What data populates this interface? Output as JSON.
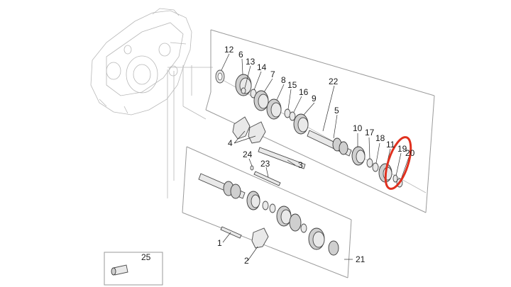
{
  "diagram": {
    "labels": {
      "n1": "1",
      "n2": "2",
      "n3": "3",
      "n4": "4",
      "n5": "5",
      "n6": "6",
      "n7": "7",
      "n8": "8",
      "n9": "9",
      "n10": "10",
      "n11": "11",
      "n12": "12",
      "n13": "13",
      "n14": "14",
      "n15": "15",
      "n16": "16",
      "n17": "17",
      "n18": "18",
      "n19": "19",
      "n20": "20",
      "n21": "21",
      "n22": "22",
      "n23": "23",
      "n24": "24",
      "n25": "25"
    },
    "highlight_color": "#e0301e"
  }
}
